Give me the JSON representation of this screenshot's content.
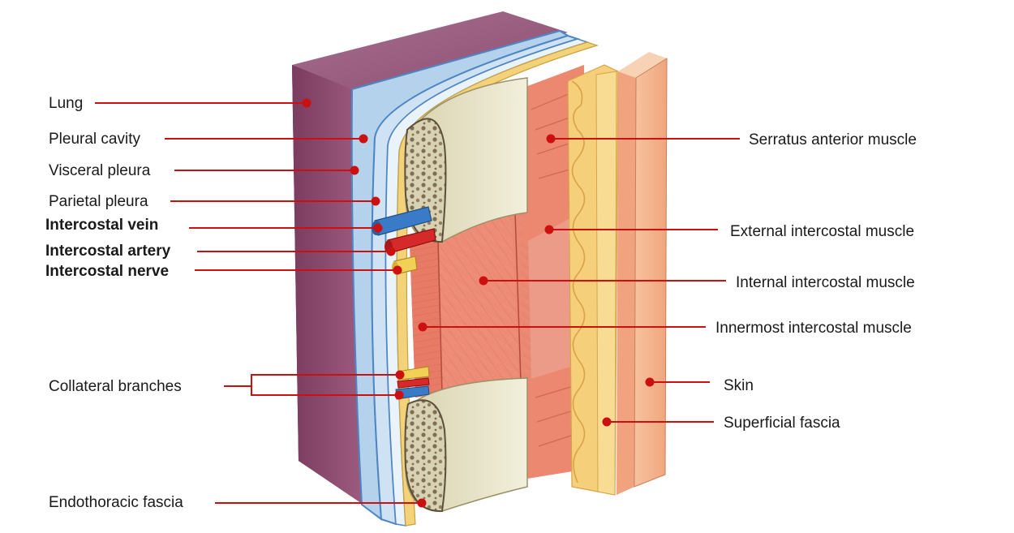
{
  "colors": {
    "leader_line": "#cc1010",
    "lung": "#8c4a6e",
    "pleura": "#a9c9e6",
    "bone_cortex": "#e8e4c8",
    "muscle": "#e9836f",
    "fat": "#f4cf78",
    "skin": "#f5b58e",
    "vein": "#3a7bc8",
    "artery": "#d62a2a",
    "nerve": "#f2d056"
  },
  "labels_left": [
    {
      "id": "lung",
      "text": "Lung",
      "bold": false
    },
    {
      "id": "pleural-cavity",
      "text": "Pleural cavity",
      "bold": false
    },
    {
      "id": "visceral-pleura",
      "text": "Visceral pleura",
      "bold": false
    },
    {
      "id": "parietal-pleura",
      "text": "Parietal pleura",
      "bold": false
    },
    {
      "id": "intercostal-vein",
      "text": "Intercostal vein",
      "bold": true
    },
    {
      "id": "intercostal-artery",
      "text": "Intercostal artery",
      "bold": true
    },
    {
      "id": "intercostal-nerve",
      "text": "Intercostal nerve",
      "bold": true
    },
    {
      "id": "collateral-branches",
      "text": "Collateral branches",
      "bold": false
    },
    {
      "id": "endothoracic-fascia",
      "text": "Endothoracic fascia",
      "bold": false
    }
  ],
  "labels_right": [
    {
      "id": "serratus-anterior",
      "text": "Serratus anterior muscle"
    },
    {
      "id": "external-intercostal",
      "text": "External intercostal muscle"
    },
    {
      "id": "internal-intercostal",
      "text": "Internal intercostal muscle"
    },
    {
      "id": "innermost-intercostal",
      "text": "Innermost intercostal muscle"
    },
    {
      "id": "skin",
      "text": "Skin"
    },
    {
      "id": "superficial-fascia",
      "text": "Superficial fascia"
    }
  ]
}
